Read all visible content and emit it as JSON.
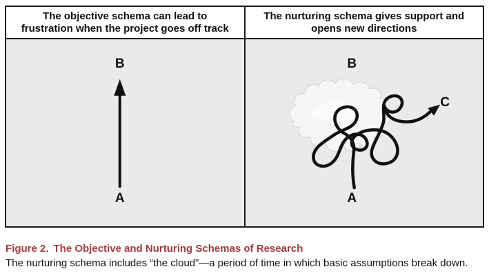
{
  "figure": {
    "left_panel": {
      "header": "The objective schema can lead to frustration when the project goes off track",
      "label_top": "B",
      "label_bottom": "A"
    },
    "right_panel": {
      "header": "The nurturing schema gives support and opens new directions",
      "label_top": "B",
      "label_bottom": "A",
      "label_exit": "C"
    }
  },
  "caption": {
    "figure_label": "Figure 2.",
    "title": "The Objective and Nurturing Schemas of Research",
    "body": "The nurturing schema includes “the cloud”—a period of time in which basic assumptions break down."
  },
  "colors": {
    "caption_accent": "#a33b41",
    "panel_background": "#eaeaea",
    "header_background": "#ffffff",
    "border_ink": "#1a1a1a",
    "line_ink": "#111111",
    "cloud_fill": "#f6f6f6",
    "cloud_edge": "#dcdcdc"
  }
}
